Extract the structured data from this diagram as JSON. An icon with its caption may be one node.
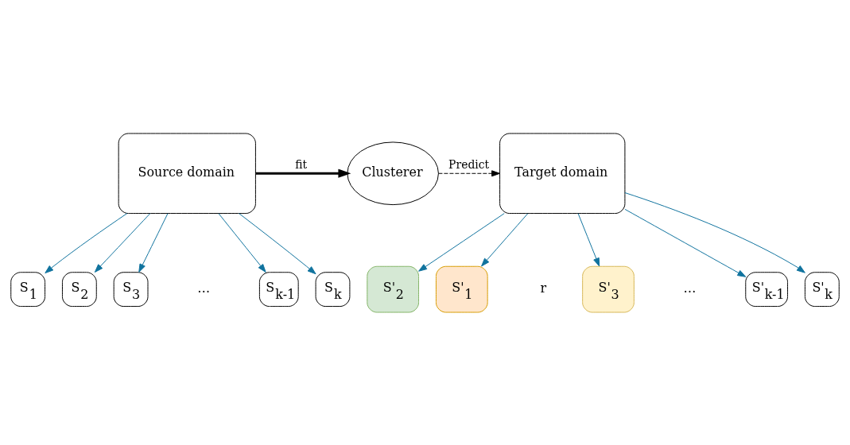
{
  "diagram": {
    "nodes": [
      {
        "text": [
          "Source domain"
        ]
      },
      {
        "text": [
          "S$_{1}$"
        ]
      },
      {
        "text": [
          "S$_{2}$"
        ]
      },
      {
        "text": [
          "S$_{3}$"
        ]
      },
      {
        "text": [
          "S$_{k-1}$"
        ]
      },
      {
        "text": [
          "S$_{k}$"
        ]
      },
      {
        "text": [
          "Clusterer"
        ]
      },
      {
        "text": [
          "Target domain"
        ]
      },
      {
        "text": [
          "S'$_{2}$"
        ]
      },
      {
        "text": [
          "S'$_{1}$"
        ]
      },
      {
        "text": [
          "S'$_{3}$"
        ]
      },
      {
        "text": [
          "S'$_{k-1}$"
        ]
      },
      {
        "text": [
          "S'$_{k}$"
        ]
      }
    ],
    "edges": [
      {
        "from": 0,
        "to": 1,
        "arrow": "to"
      },
      {
        "from": 0,
        "to": 2,
        "arrow": "to"
      },
      {
        "from": 0,
        "to": 3,
        "arrow": "to"
      },
      {
        "from": 0,
        "to": 4,
        "arrow": "to"
      },
      {
        "from": 0,
        "to": 5,
        "arrow": "to"
      },
      {
        "from": 0,
        "to": 6,
        "arrow": "to",
        "label": "fit",
        "style": "thick",
        "color": "#000000"
      },
      {
        "from": 6,
        "to": 7,
        "arrow": "to",
        "label": "Predict",
        "style": "dashed",
        "color": "#000000"
      },
      {
        "from": 7,
        "to": 8,
        "arrow": "to"
      },
      {
        "from": 7,
        "to": 9,
        "arrow": "to"
      },
      {
        "from": 7,
        "to": 10,
        "arrow": "to"
      },
      {
        "from": 7,
        "to": 11,
        "arrow": "to"
      },
      {
        "from": 7,
        "to": 12,
        "arrow": "to"
      }
    ],
    "labels": [
      "…",
      "…",
      "r"
    ]
  }
}
